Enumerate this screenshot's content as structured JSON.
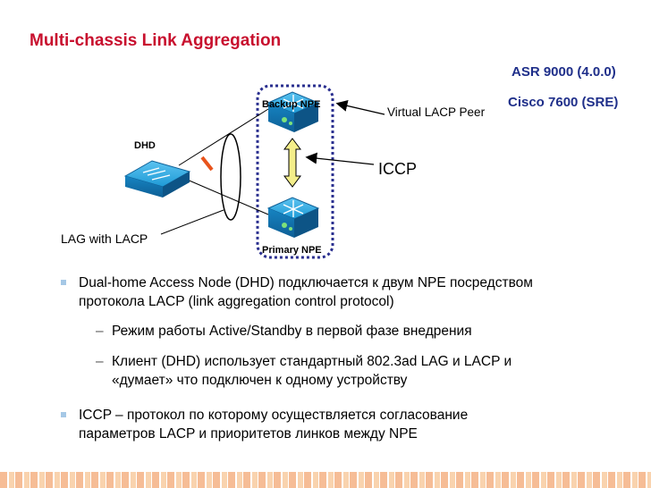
{
  "title": "Multi-chassis Link Aggregation",
  "models": {
    "asr": "ASR 9000 (4.0.0)",
    "cisco": "Cisco 7600 (SRE)"
  },
  "diagram": {
    "backup_npe": "Backup NPE",
    "primary_npe": "Primary NPE",
    "dhd": "DHD",
    "virtual_peer": "Virtual LACP Peer",
    "iccp": "ICCP",
    "lag": "LAG with LACP"
  },
  "bullets": {
    "b1_line1": "Dual-home Access Node (DHD) подключается к двум NPE посредством",
    "b1_line2": "протокола LACP (link aggregation control protocol)",
    "s1": "Режим работы Active/Standby в первой фазе внедрения",
    "s2_line1": "Клиент (DHD) использует стандартный 802.3ad LAG и LACP и",
    "s2_line2": "«думает» что подключен к одному устройству",
    "b2_line1": "ICCP – протокол по которому осуществляется согласование",
    "b2_line2": "параметров LACP и приоритетов линков между NPE",
    "dash": "–"
  },
  "colors": {
    "title": "#c8102e",
    "models": "#1f2f8a",
    "router": "#1e9ad6",
    "dashed_box": "#2a2f8f",
    "arrow_fill": "#f4ee8a",
    "lag_mark": "#e8541c"
  }
}
